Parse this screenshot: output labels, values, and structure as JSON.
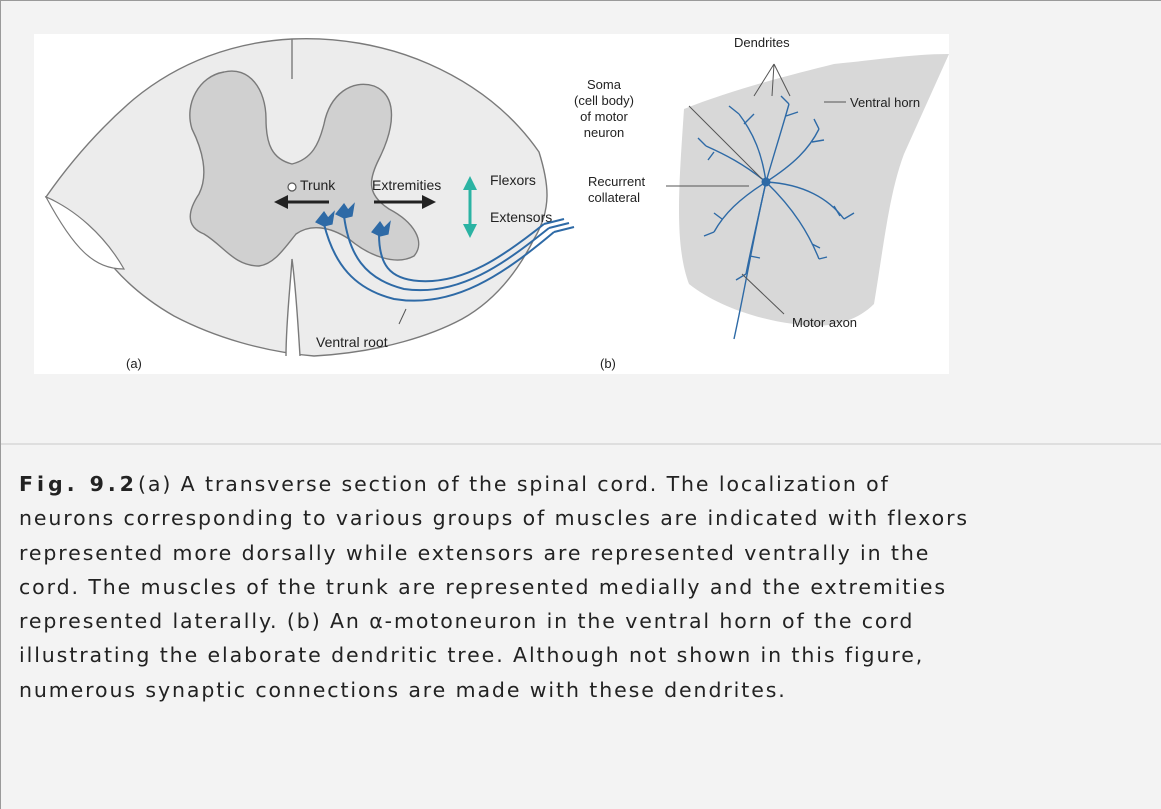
{
  "figure": {
    "panel_a": {
      "label": "(a)",
      "trunk": "Trunk",
      "extremities": "Extremities",
      "flexors": "Flexors",
      "extensors": "Extensors",
      "ventral_root": "Ventral root"
    },
    "panel_b": {
      "label": "(b)",
      "dendrites": "Dendrites",
      "soma_lines": [
        "Soma",
        "(cell body)",
        "of motor",
        "neuron"
      ],
      "recurrent_lines": [
        "Recurrent",
        "collateral"
      ],
      "ventral_horn": "Ventral horn",
      "motor_axon": "Motor axon"
    },
    "colors": {
      "tissue": "#ececec",
      "gray_matter": "#d0d0d0",
      "neuron": "#2e6aa6",
      "arrow_teal": "#2bb3a3"
    }
  },
  "caption": {
    "label": "Fig. 9.2",
    "lines": [
      "(a) A transverse section of the spinal cord. The localization of",
      "neurons corresponding to various groups of muscles are indicated with flexors",
      "represented more dorsally while extensors are represented ventrally in the",
      "cord. The muscles of the trunk are represented medially and the extremities",
      "represented laterally. (b) An α-motoneuron in the ventral horn of the cord",
      "illustrating the elaborate dendritic tree. Although not shown in this figure,",
      "numerous synaptic connections are made with these dendrites."
    ]
  }
}
